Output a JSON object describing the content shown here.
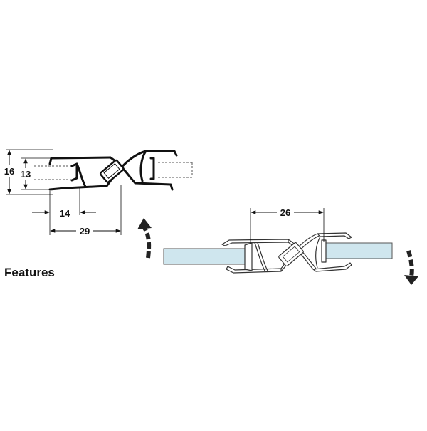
{
  "colors": {
    "line": "#111111",
    "glass": "#cfe6ee",
    "glass_edge": "#555555",
    "dash": "#555555",
    "background": "#ffffff"
  },
  "profile_detail": {
    "dim_height_outer": "16",
    "dim_height_inner": "13",
    "dim_width_inner": "14",
    "dim_width_outer": "29"
  },
  "assembled_detail": {
    "dim_overlap": "26"
  },
  "icons": {
    "rotate_up": "curved-arrow-up-icon",
    "rotate_down": "curved-arrow-down-icon"
  },
  "features_heading": "Features"
}
